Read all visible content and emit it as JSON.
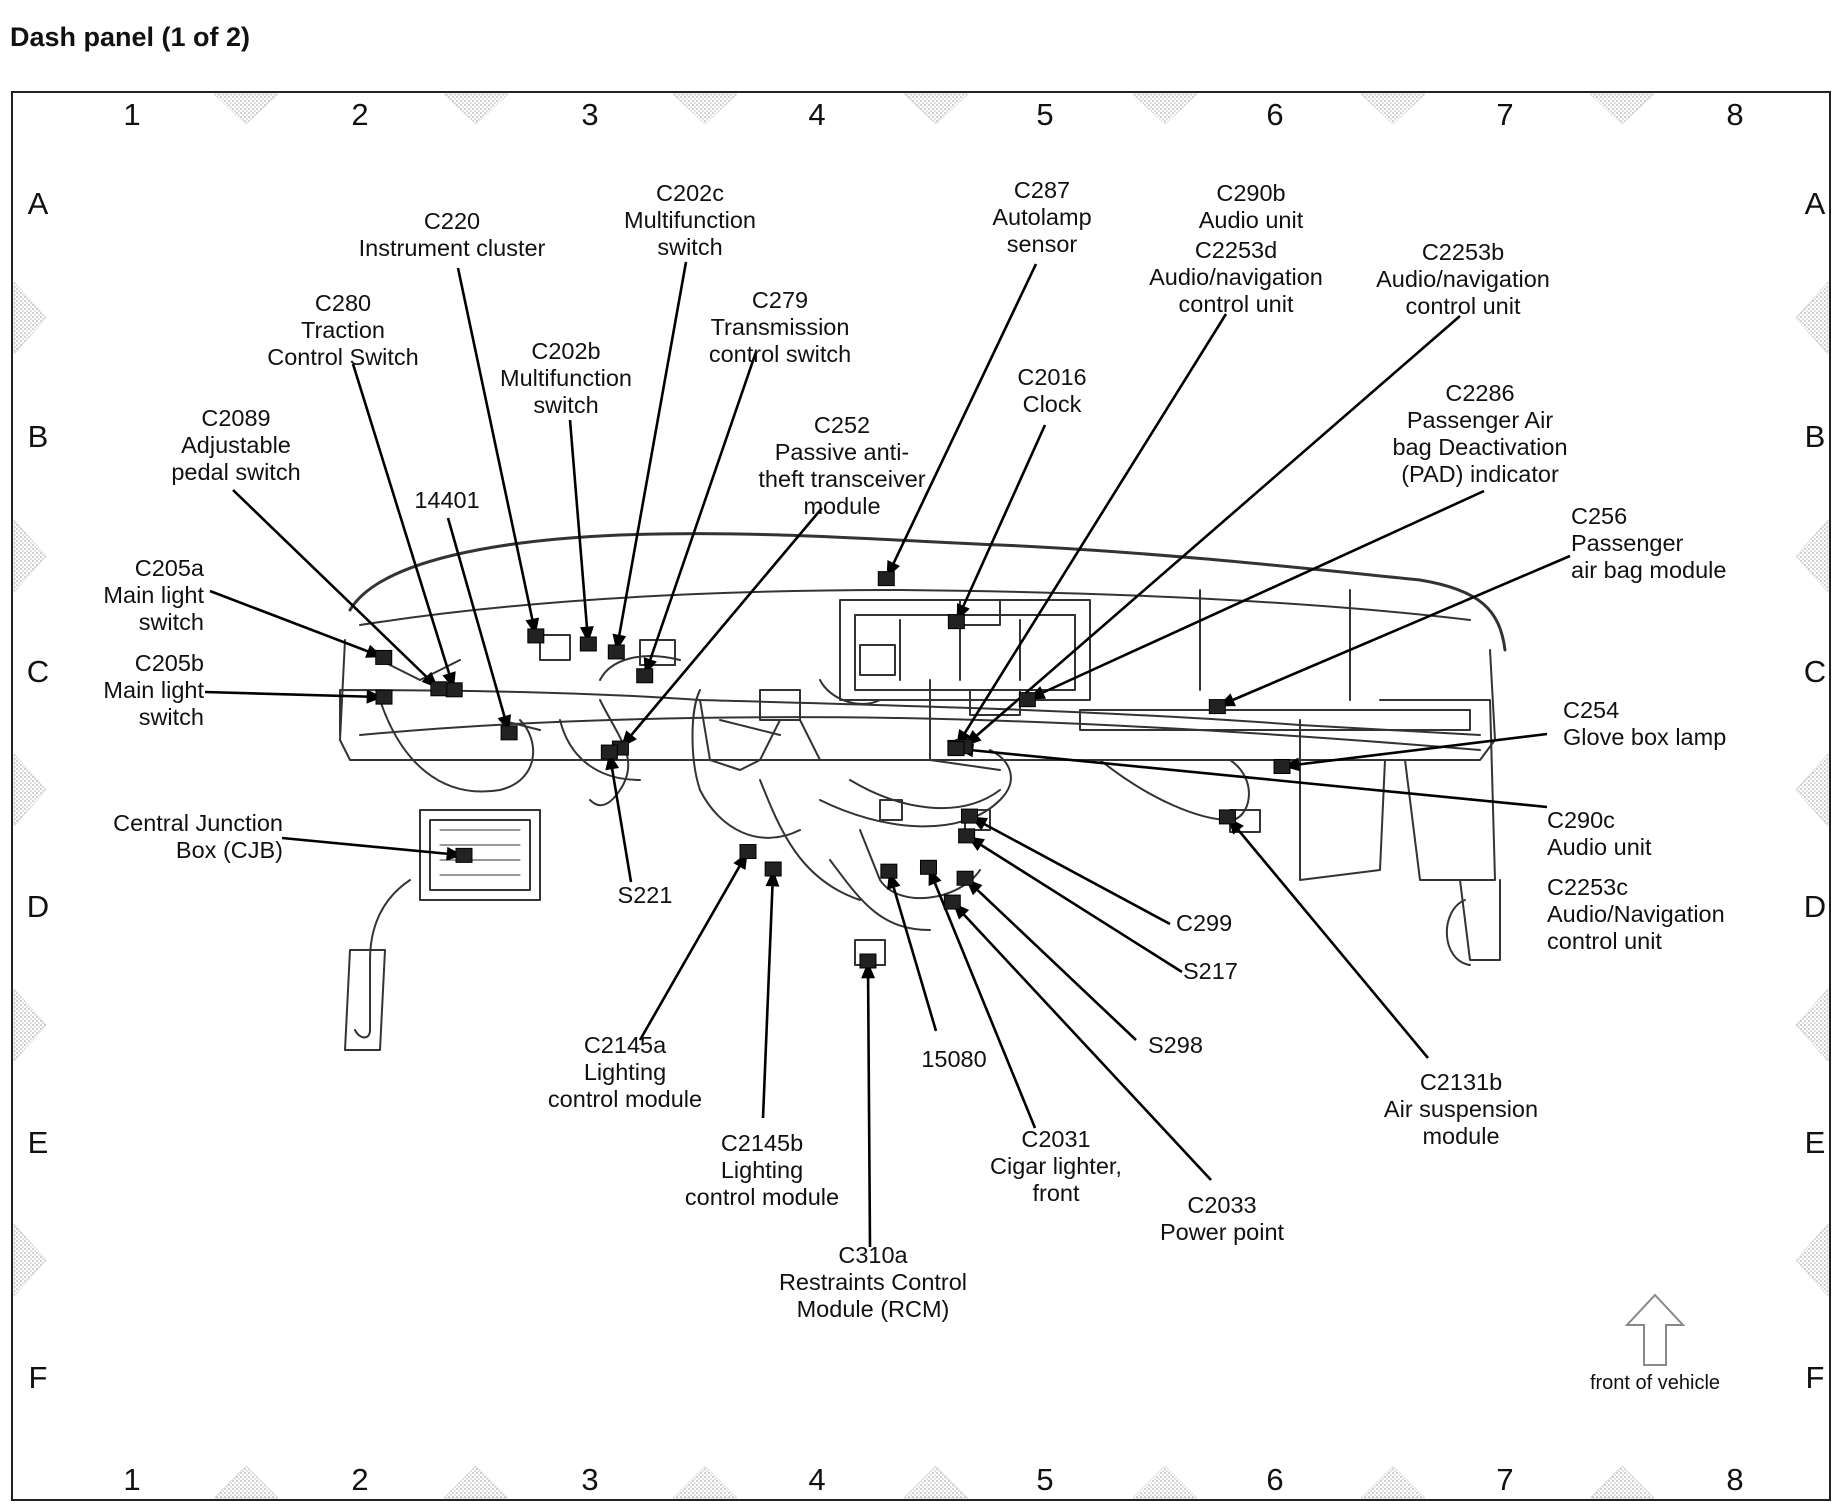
{
  "title": "Dash panel (1 of 2)",
  "grid": {
    "columns": [
      "1",
      "2",
      "3",
      "4",
      "5",
      "6",
      "7",
      "8"
    ],
    "rows": [
      "A",
      "B",
      "C",
      "D",
      "E",
      "F"
    ]
  },
  "labels": [
    {
      "id": "c220",
      "lines": [
        "C220",
        "Instrument cluster"
      ]
    },
    {
      "id": "c202c",
      "lines": [
        "C202c",
        "Multifunction",
        "switch"
      ]
    },
    {
      "id": "c287",
      "lines": [
        "C287",
        "Autolamp",
        "sensor"
      ]
    },
    {
      "id": "c290b",
      "lines": [
        "C290b",
        "Audio unit"
      ]
    },
    {
      "id": "c2253d",
      "lines": [
        "C2253d",
        "Audio/navigation",
        "control unit"
      ]
    },
    {
      "id": "c2253b",
      "lines": [
        "C2253b",
        "Audio/navigation",
        "control unit"
      ]
    },
    {
      "id": "c280",
      "lines": [
        "C280",
        "Traction",
        "Control Switch"
      ]
    },
    {
      "id": "c279",
      "lines": [
        "C279",
        "Transmission",
        "control switch"
      ]
    },
    {
      "id": "c202b",
      "lines": [
        "C202b",
        "Multifunction",
        "switch"
      ]
    },
    {
      "id": "c2016",
      "lines": [
        "C2016",
        "Clock"
      ]
    },
    {
      "id": "c2286",
      "lines": [
        "C2286",
        "Passenger Air",
        "bag Deactivation",
        "(PAD) indicator"
      ]
    },
    {
      "id": "c2089",
      "lines": [
        "C2089",
        "Adjustable",
        "pedal switch"
      ]
    },
    {
      "id": "c252",
      "lines": [
        "C252",
        "Passive anti-",
        "theft transceiver",
        "module"
      ]
    },
    {
      "id": "n14401",
      "lines": [
        "14401"
      ]
    },
    {
      "id": "c256",
      "lines": [
        "C256",
        "Passenger",
        "air bag module"
      ]
    },
    {
      "id": "c205a",
      "lines": [
        "C205a",
        "Main light",
        "switch"
      ]
    },
    {
      "id": "c205b",
      "lines": [
        "C205b",
        "Main light",
        "switch"
      ]
    },
    {
      "id": "c254",
      "lines": [
        "C254",
        "Glove box lamp"
      ]
    },
    {
      "id": "cjb",
      "lines": [
        "Central Junction",
        "Box (CJB)"
      ]
    },
    {
      "id": "c290c",
      "lines": [
        "C290c",
        "Audio unit"
      ]
    },
    {
      "id": "c2253c",
      "lines": [
        "C2253c",
        "Audio/Navigation",
        "control unit"
      ]
    },
    {
      "id": "s221",
      "lines": [
        "S221"
      ]
    },
    {
      "id": "c299",
      "lines": [
        "C299"
      ]
    },
    {
      "id": "s217",
      "lines": [
        "S217"
      ]
    },
    {
      "id": "c2145a",
      "lines": [
        "C2145a",
        "Lighting",
        "control module"
      ]
    },
    {
      "id": "n15080",
      "lines": [
        "15080"
      ]
    },
    {
      "id": "s298",
      "lines": [
        "S298"
      ]
    },
    {
      "id": "c2131b",
      "lines": [
        "C2131b",
        "Air suspension",
        "module"
      ]
    },
    {
      "id": "c2145b",
      "lines": [
        "C2145b",
        "Lighting",
        "control module"
      ]
    },
    {
      "id": "c2031",
      "lines": [
        "C2031",
        "Cigar lighter,",
        "front"
      ]
    },
    {
      "id": "c2033",
      "lines": [
        "C2033",
        "Power point"
      ]
    },
    {
      "id": "c310a",
      "lines": [
        "C310a",
        "Restraints Control",
        "Module (RCM)"
      ]
    }
  ],
  "orientation": {
    "caption": "front of vehicle",
    "icon": "up-arrow-icon"
  }
}
